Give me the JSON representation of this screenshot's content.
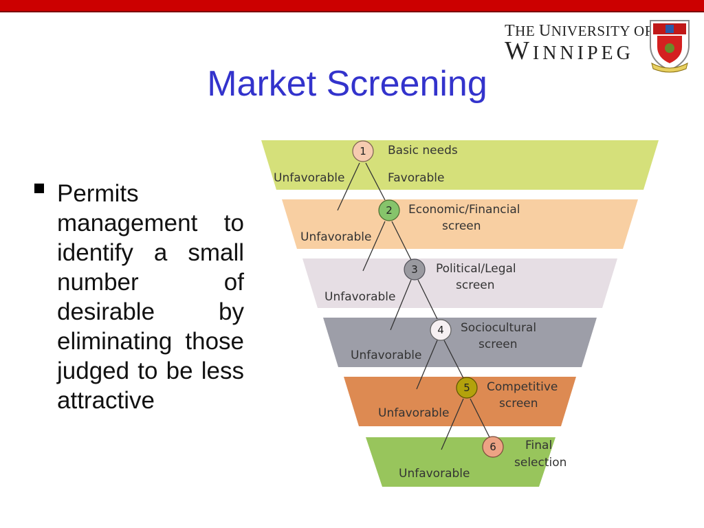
{
  "header": {
    "colors": {
      "bar": "#cc0000",
      "title": "#3333cc"
    }
  },
  "logo": {
    "line1": "The University of",
    "line2": "Winnipeg",
    "crest_icon": "university-crest-icon"
  },
  "slide": {
    "title": "Market Screening",
    "bullets": [
      {
        "text": "Permits management to identify a small number of desirable by eliminating those judged to be less attractive"
      }
    ]
  },
  "diagram": {
    "stages": [
      {
        "number": "1",
        "label": [
          "Basic needs"
        ],
        "color": "#d5e07a",
        "circle": "#f6cbb0",
        "left_label": "Unfavorable",
        "right_label": "Favorable"
      },
      {
        "number": "2",
        "label": [
          "Economic/Financial",
          "screen"
        ],
        "color": "#f8cfa2",
        "circle": "#86c46b",
        "left_label": "Unfavorable"
      },
      {
        "number": "3",
        "label": [
          "Political/Legal",
          "screen"
        ],
        "color": "#e6dee4",
        "circle": "#9a9aa0",
        "left_label": "Unfavorable"
      },
      {
        "number": "4",
        "label": [
          "Sociocultural",
          "screen"
        ],
        "color": "#9d9ea8",
        "circle": "#f6f0f2",
        "left_label": "Unfavorable"
      },
      {
        "number": "5",
        "label": [
          "Competitive",
          "screen"
        ],
        "color": "#dd8a52",
        "circle": "#b3a20c",
        "left_label": "Unfavorable"
      },
      {
        "number": "6",
        "label": [
          "Final",
          "selection"
        ],
        "color": "#98c55c",
        "circle": "#eda384",
        "left_label": "Unfavorable"
      }
    ]
  }
}
